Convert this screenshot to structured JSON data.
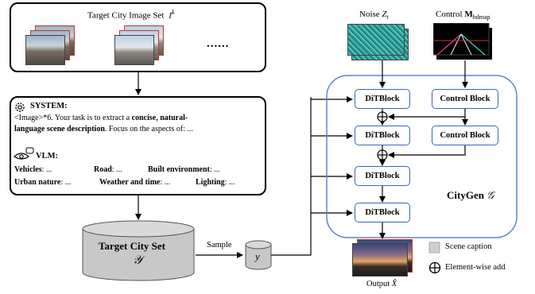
{
  "target_set": {
    "title": "Target City Image Set",
    "symbol": "I",
    "superscript": "k",
    "ellipsis": "......"
  },
  "system": {
    "heading": "SYSTEM:",
    "line1_plain": "<Image>*6. Your task is to extract a ",
    "line1_bold": "concise, natural-",
    "line2_bold": "language scene description",
    "line2_plain": ". Focus on the aspects of: ..."
  },
  "vlm": {
    "heading": "VLM:",
    "row1": [
      {
        "key": "Vehicles",
        "rest": ": ..."
      },
      {
        "key": "Road",
        "rest": ": ..."
      },
      {
        "key": "Built environment",
        "rest": ": ..."
      }
    ],
    "row2": [
      {
        "key": "Urban nature",
        "rest": ": ..."
      },
      {
        "key": "Weather and time",
        "rest": ": ..."
      },
      {
        "key": "Lighting",
        "rest": ": ..."
      }
    ]
  },
  "city_set": {
    "label": "Target City Set",
    "symbol": "𝒴"
  },
  "sample": {
    "label": "Sample",
    "symbol": "y"
  },
  "noise": {
    "label": "Noise ",
    "symbol": "Z",
    "subscript": "t"
  },
  "control": {
    "label": "Control ",
    "symbol": "M",
    "subscript": "hdmap"
  },
  "blocks": {
    "dit": "DiTBlock",
    "control": "Control Block"
  },
  "citygen": {
    "label": "CityGen ",
    "symbol": "𝒢"
  },
  "output": {
    "label": "Output ",
    "symbol": "X̂"
  },
  "legend": {
    "scene_caption": "Scene caption",
    "element_add": "Element-wise add"
  },
  "colors": {
    "block_border": "#3a67b4",
    "citygen_border": "#5b86cc",
    "cylinder_fill": "#c8c8c8",
    "legend_swatch": "#cfcfcf"
  }
}
